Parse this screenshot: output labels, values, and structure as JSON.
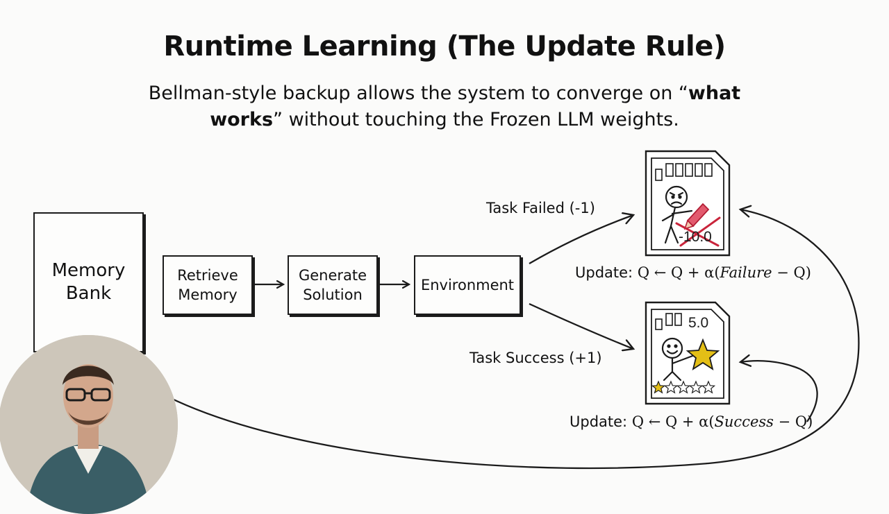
{
  "title": "Runtime Learning (The Update Rule)",
  "subtitle": {
    "part1": "Bellman-style backup allows the system to converge on “",
    "bold1": "what works",
    "part2": "” without touching the Frozen LLM weights."
  },
  "nodes": {
    "memory_bank": "Memory\nBank",
    "retrieve_memory": "Retrieve\nMemory",
    "generate_solution": "Generate\nSolution",
    "environment": "Environment"
  },
  "edges": {
    "task_failed": "Task Failed (-1)",
    "task_success": "Task Success (+1)"
  },
  "cards": {
    "failure_score": "-10.0",
    "success_score": "5.0"
  },
  "updates": {
    "failure": {
      "prefix": "Update: ",
      "term": "Failure"
    },
    "success": {
      "prefix": "Update: ",
      "term": "Success"
    },
    "formula_start": "Q ← Q + α(",
    "formula_end": " − Q)"
  },
  "colors": {
    "ink": "#1b1b1b",
    "star": "#e4bf16",
    "cross": "#c9243b"
  }
}
